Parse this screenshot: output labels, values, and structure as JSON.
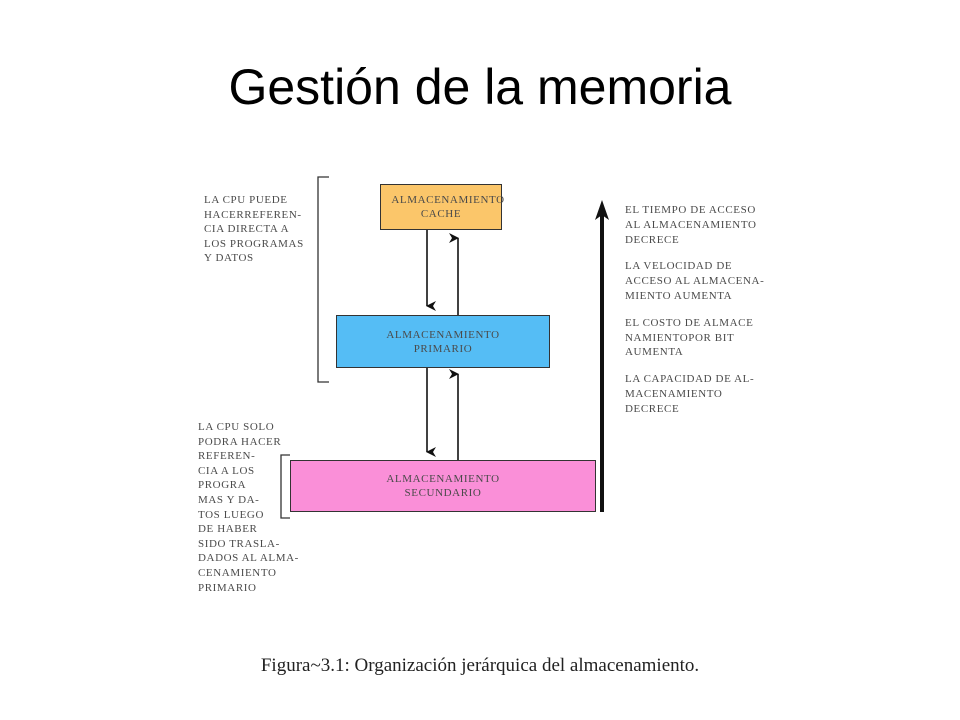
{
  "title": "Gestión de la memoria",
  "nodes": {
    "cache": {
      "lines": [
        "ALMACENAMIENTO",
        "CACHE"
      ],
      "color": "#fbc66a"
    },
    "primary": {
      "lines": [
        "ALMACENAMIENTO",
        "PRIMARIO"
      ],
      "color": "#55bdf5"
    },
    "secondary": {
      "lines": [
        "ALMACENAMIENTO",
        "SECUNDARIO"
      ],
      "color": "#fa8fd8"
    }
  },
  "notes": {
    "cpu_direct": [
      "LA CPU PUEDE",
      "HACERREFEREN-",
      "CIA DIRECTA A",
      "LOS PROGRAMAS",
      "Y DATOS"
    ],
    "cpu_only": [
      "LA CPU SOLO",
      "PODRA HACER",
      "REFEREN-",
      "CIA A LOS",
      "PROGRA",
      "MAS Y DA-",
      "TOS LUEGO",
      "DE HABER",
      "SIDO TRASLA-",
      "DADOS AL ALMA-",
      "CENAMIENTO",
      "PRIMARIO"
    ],
    "right": [
      "EL TIEMPO DE ACCESO",
      "AL ALMACENAMIENTO",
      "DECRECE",
      "",
      "LA VELOCIDAD DE",
      "ACCESO AL ALMACENA-",
      "MIENTO AUMENTA",
      "",
      "EL COSTO DE ALMACE",
      "NAMIENTOPOR BIT",
      "AUMENTA",
      "",
      "LA CAPACIDAD DE AL-",
      "MACENAMIENTO",
      "DECRECE"
    ]
  },
  "caption": "Figura~3.1: Organización jerárquica del almacenamiento."
}
